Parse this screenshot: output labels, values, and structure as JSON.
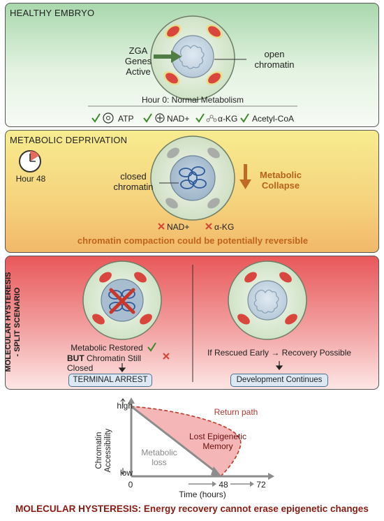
{
  "panel1": {
    "title": "HEALTHY EMBRYO",
    "zga_line1": "ZGA",
    "zga_line2": "Genes",
    "zga_line3": "Active",
    "open_line1": "open",
    "open_line2": "chromatin",
    "hour_text": "Hour 0: Normal Metabolism",
    "metabolites": [
      "ATP",
      "NAD+",
      "α-KG",
      "Acetyl-CoA"
    ]
  },
  "panel2": {
    "title": "METABOLIC DEPRIVATION",
    "hour_label": "Hour 48",
    "closed_line1": "closed",
    "closed_line2": "chromatin",
    "collapse_line1": "Metabolic",
    "collapse_line2": "Collapse",
    "lost": [
      "NAD+",
      "α-KG"
    ],
    "note": "chromatin compaction could be potentially reversible"
  },
  "panel3": {
    "side_line1": "MOLECULAR HYSTERESIS",
    "side_line2": "- SPLIT SCENARIO",
    "left_line1": "Metabolic Restored",
    "left_but": "BUT",
    "left_line2_rest": "Chromatin Still Closed",
    "left_outcome": "TERMINAL ARREST",
    "right_line": "If Rescued Early → Recovery Possible",
    "right_outcome": "Development Continues"
  },
  "chart": {
    "y_high": "high",
    "y_low": "low",
    "ylabel_line1": "Chromatin",
    "ylabel_line2": "Accessibility",
    "xlabel": "Time (hours)",
    "return_label": "Return path",
    "lost_line1": "Lost Epigenetic",
    "lost_line2": "Memory",
    "loss_line1": "Metabolic",
    "loss_line2": "loss"
  },
  "chart_data": {
    "type": "line",
    "title": "",
    "xlabel": "Time (hours)",
    "ylabel": "Chromatin Accessibility",
    "x_ticks": [
      "0",
      "48",
      "72"
    ],
    "y_ticks": [
      "low",
      "high"
    ],
    "xlim": [
      0,
      72
    ],
    "series": [
      {
        "name": "Metabolic loss",
        "x": [
          0,
          48
        ],
        "y": [
          1,
          0
        ]
      },
      {
        "name": "Return path",
        "x": [
          48,
          58,
          0
        ],
        "y": [
          0,
          0.55,
          1
        ]
      }
    ]
  },
  "footer": "MOLECULAR HYSTERESIS: Energy recovery cannot erase epigenetic changes",
  "colors": {
    "green_panel": "#a9d8ad",
    "yellow_panel": "#f6d27d",
    "red_panel": "#e9585a",
    "footer_red": "#8b1a12",
    "lost_memory_fill": "#f2a9aa"
  }
}
